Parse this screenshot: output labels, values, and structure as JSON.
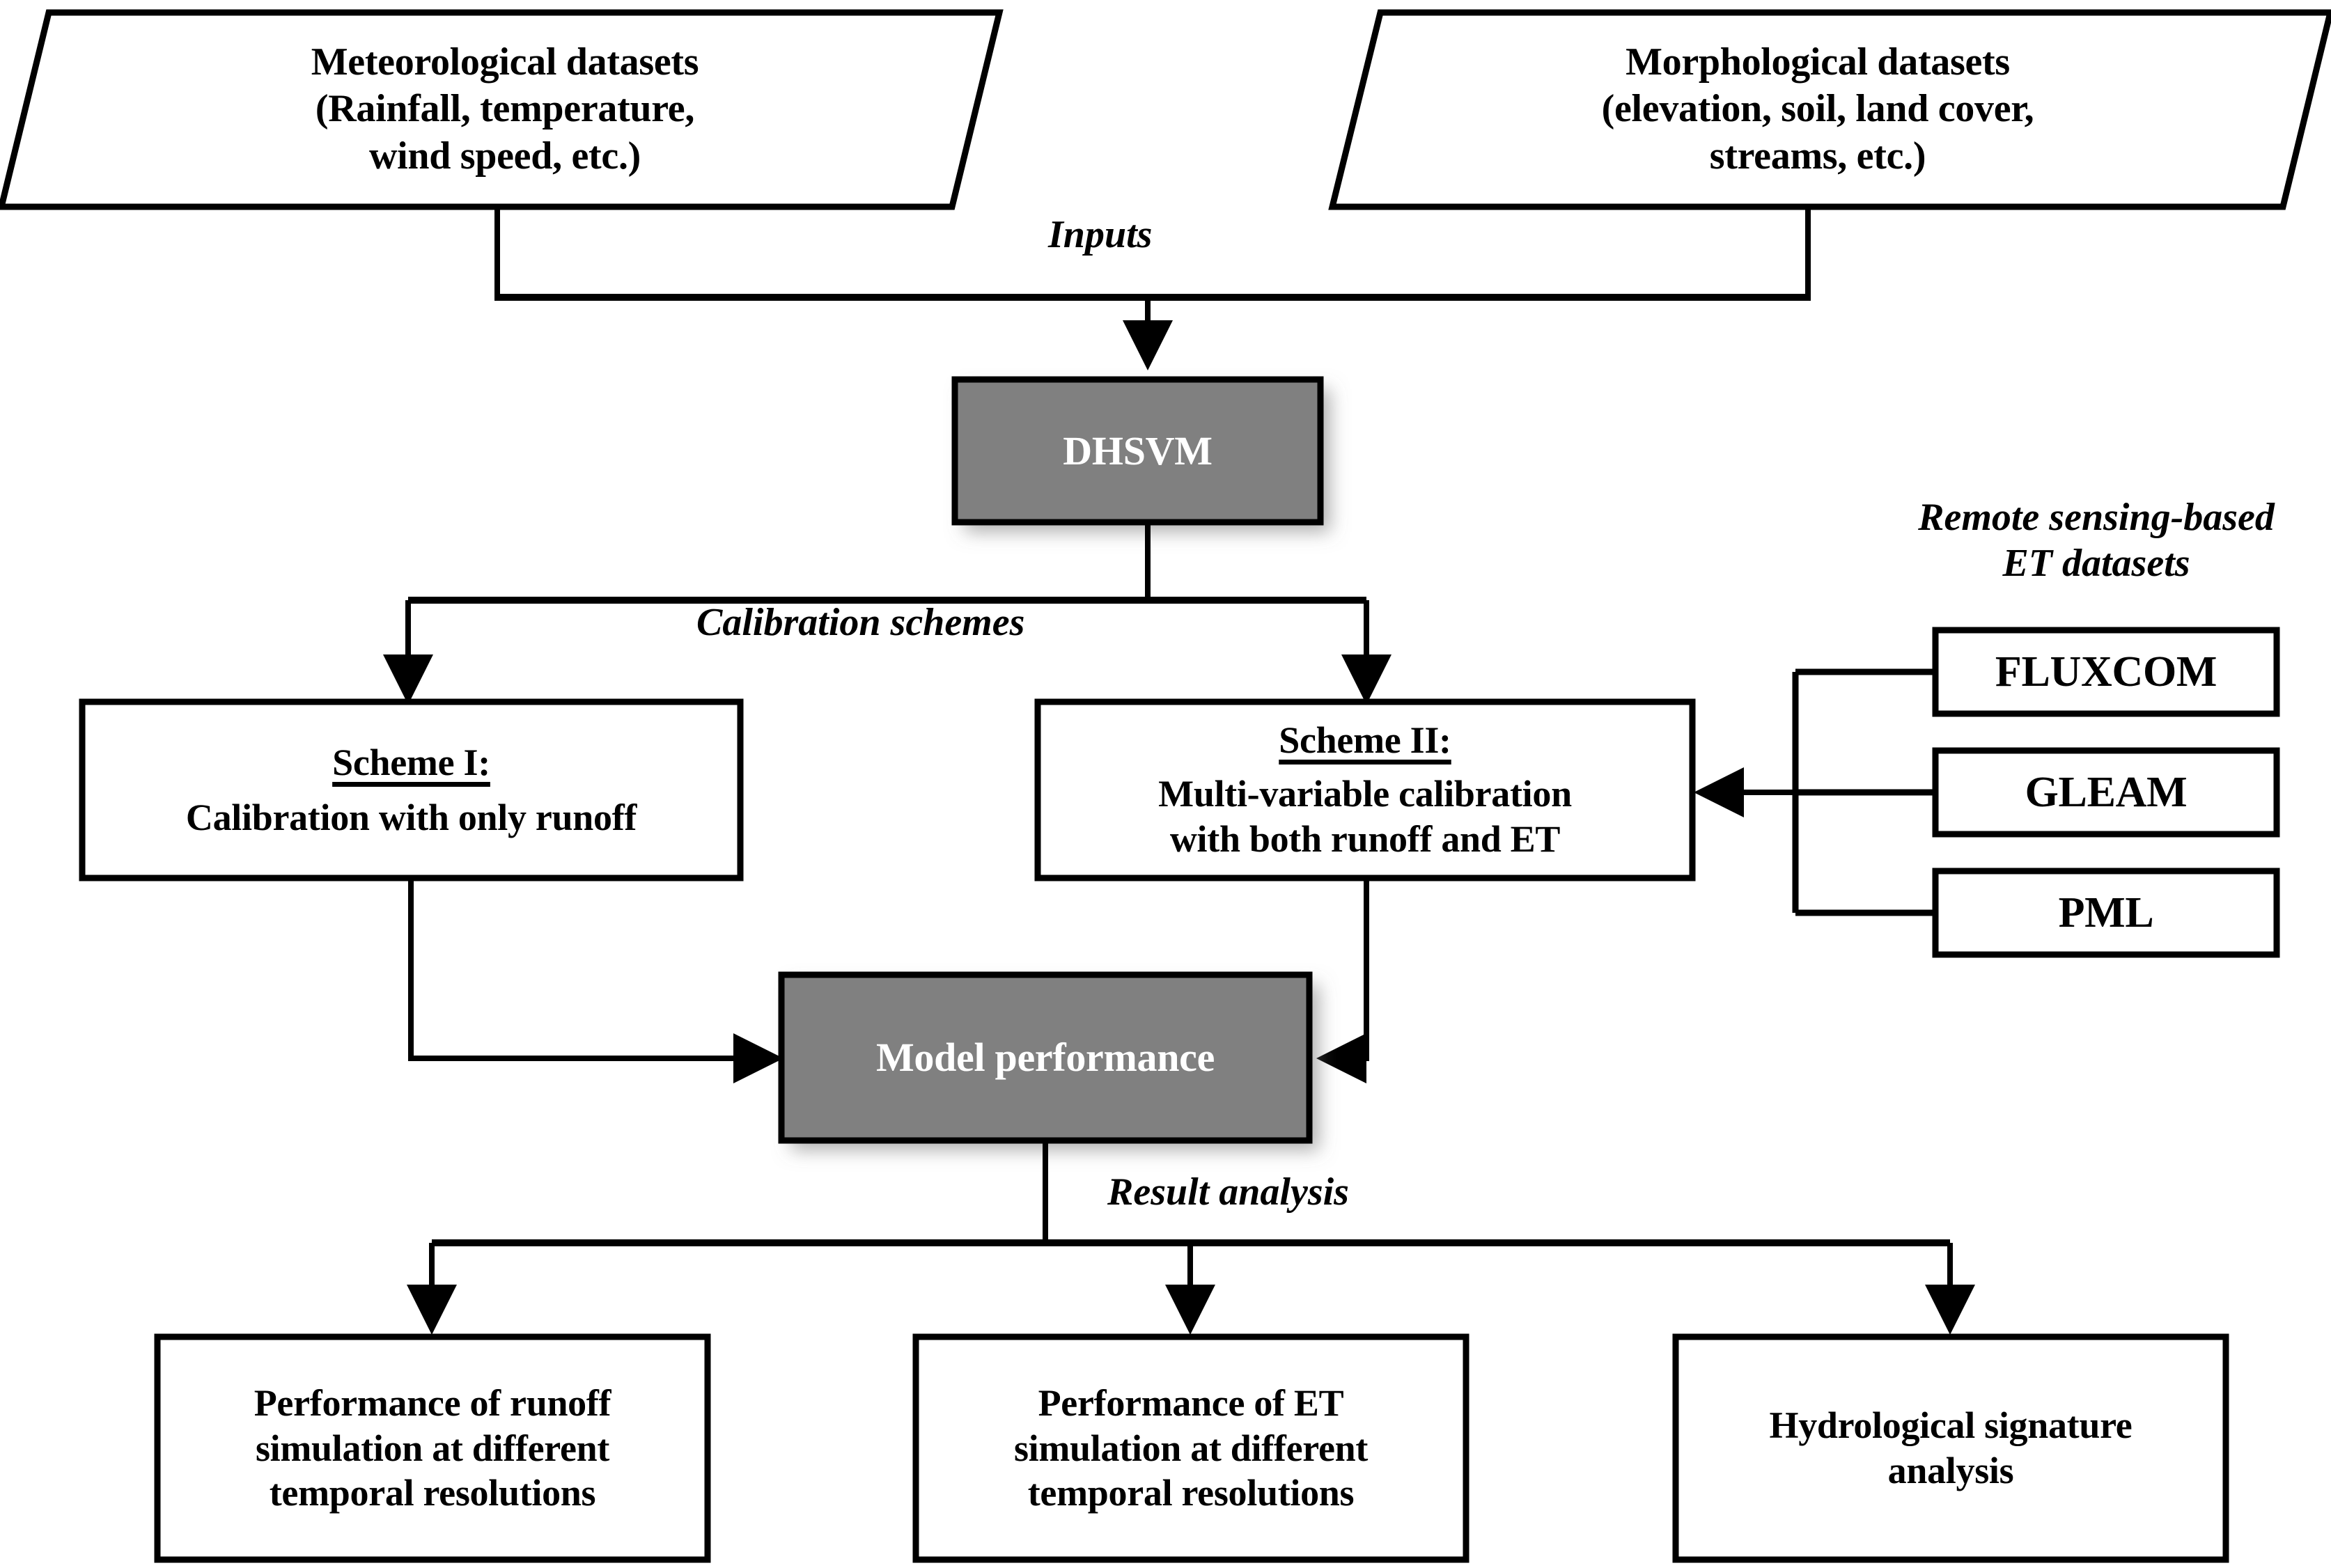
{
  "diagram": {
    "title": "DHSVM multi-variable calibration workflow flowchart",
    "colors": {
      "stroke": "#000000",
      "background": "#ffffff",
      "gray_fill": "#808080",
      "gray_text": "#ffffff",
      "shadow": "#b5b5b5"
    },
    "inputs": {
      "meteorological": {
        "line1": "Meteorological datasets",
        "line2": "(Rainfall, temperature,",
        "line3": "wind speed, etc.)"
      },
      "morphological": {
        "line1": "Morphological datasets",
        "line2": "(elevation, soil, land cover,",
        "line3": "streams, etc.)"
      }
    },
    "edge_labels": {
      "inputs": "Inputs",
      "calibration_schemes": "Calibration schemes",
      "result_analysis": "Result analysis"
    },
    "model": {
      "label": "DHSVM"
    },
    "schemes": {
      "scheme_one": {
        "heading": "Scheme I:",
        "body": "Calibration with only runoff"
      },
      "scheme_two": {
        "heading": "Scheme II:",
        "body_line1": "Multi-variable calibration",
        "body_line2": "with both runoff and ET"
      }
    },
    "et_group": {
      "title_line1": "Remote sensing-based",
      "title_line2": "ET datasets",
      "datasets": [
        {
          "label": "FLUXCOM"
        },
        {
          "label": "GLEAM"
        },
        {
          "label": "PML"
        }
      ]
    },
    "performance": {
      "label": "Model performance"
    },
    "outputs": [
      {
        "line1": "Performance of runoff",
        "line2": "simulation at different",
        "line3": "temporal resolutions"
      },
      {
        "line1": "Performance of ET",
        "line2": "simulation at different",
        "line3": "temporal resolutions"
      },
      {
        "line1": "Hydrological signature",
        "line2": "analysis",
        "line3": ""
      }
    ]
  }
}
